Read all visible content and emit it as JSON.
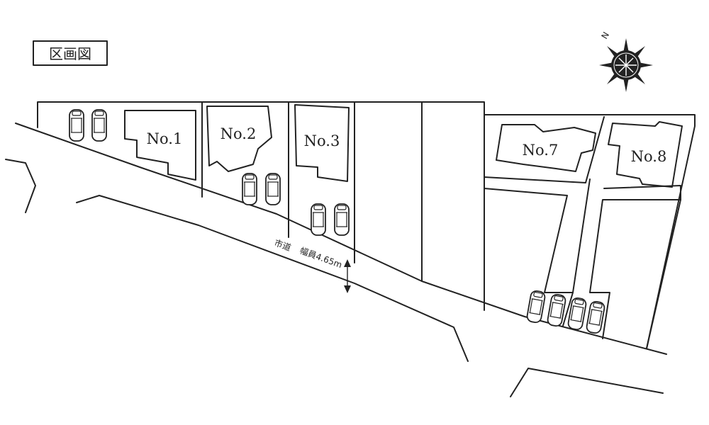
{
  "title": "区画図",
  "compass": {
    "north_label": "N"
  },
  "road": {
    "label": "市道",
    "width_label": "幅員4.65m"
  },
  "lots": [
    {
      "id": "lot-1",
      "label": "No.1"
    },
    {
      "id": "lot-2",
      "label": "No.2"
    },
    {
      "id": "lot-3",
      "label": "No.3"
    },
    {
      "id": "lot-7",
      "label": "No.7"
    },
    {
      "id": "lot-8",
      "label": "No.8"
    }
  ]
}
